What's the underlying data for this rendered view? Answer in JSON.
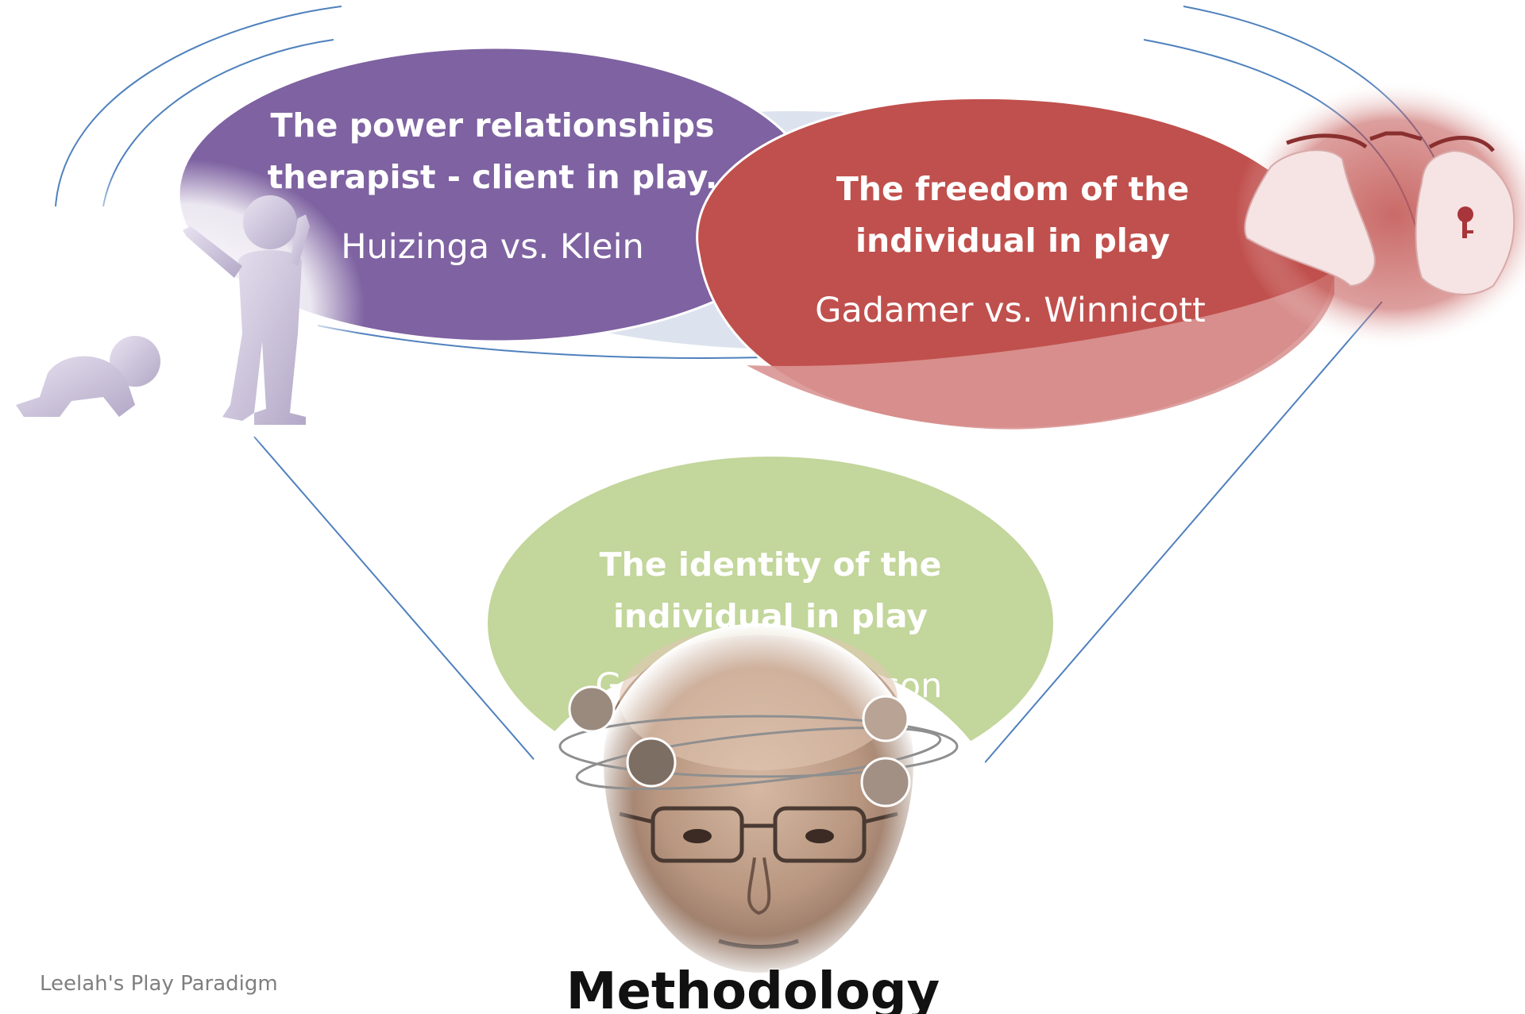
{
  "diagram": {
    "bubbles": [
      {
        "title_line1": "The power relationships",
        "title_line2": "therapist - client in play.",
        "subtitle": "Huizinga vs. Klein",
        "color": "#7e62a1"
      },
      {
        "title_line1": "The freedom of the",
        "title_line2": "individual in play",
        "subtitle": "Gadamer vs. Winnicott",
        "color": "#c0504d"
      },
      {
        "title_line1": "The identity of the",
        "title_line2": "individual in play",
        "subtitle_fragment_left": "G",
        "subtitle_fragment_right": "tson",
        "color": "#c3d69b"
      }
    ],
    "bottom_label": "Methodology",
    "footer": "Leelah's Play Paradigm",
    "colors": {
      "orbit_line": "#4f81bd",
      "footer_text": "#7f7f7f"
    }
  }
}
